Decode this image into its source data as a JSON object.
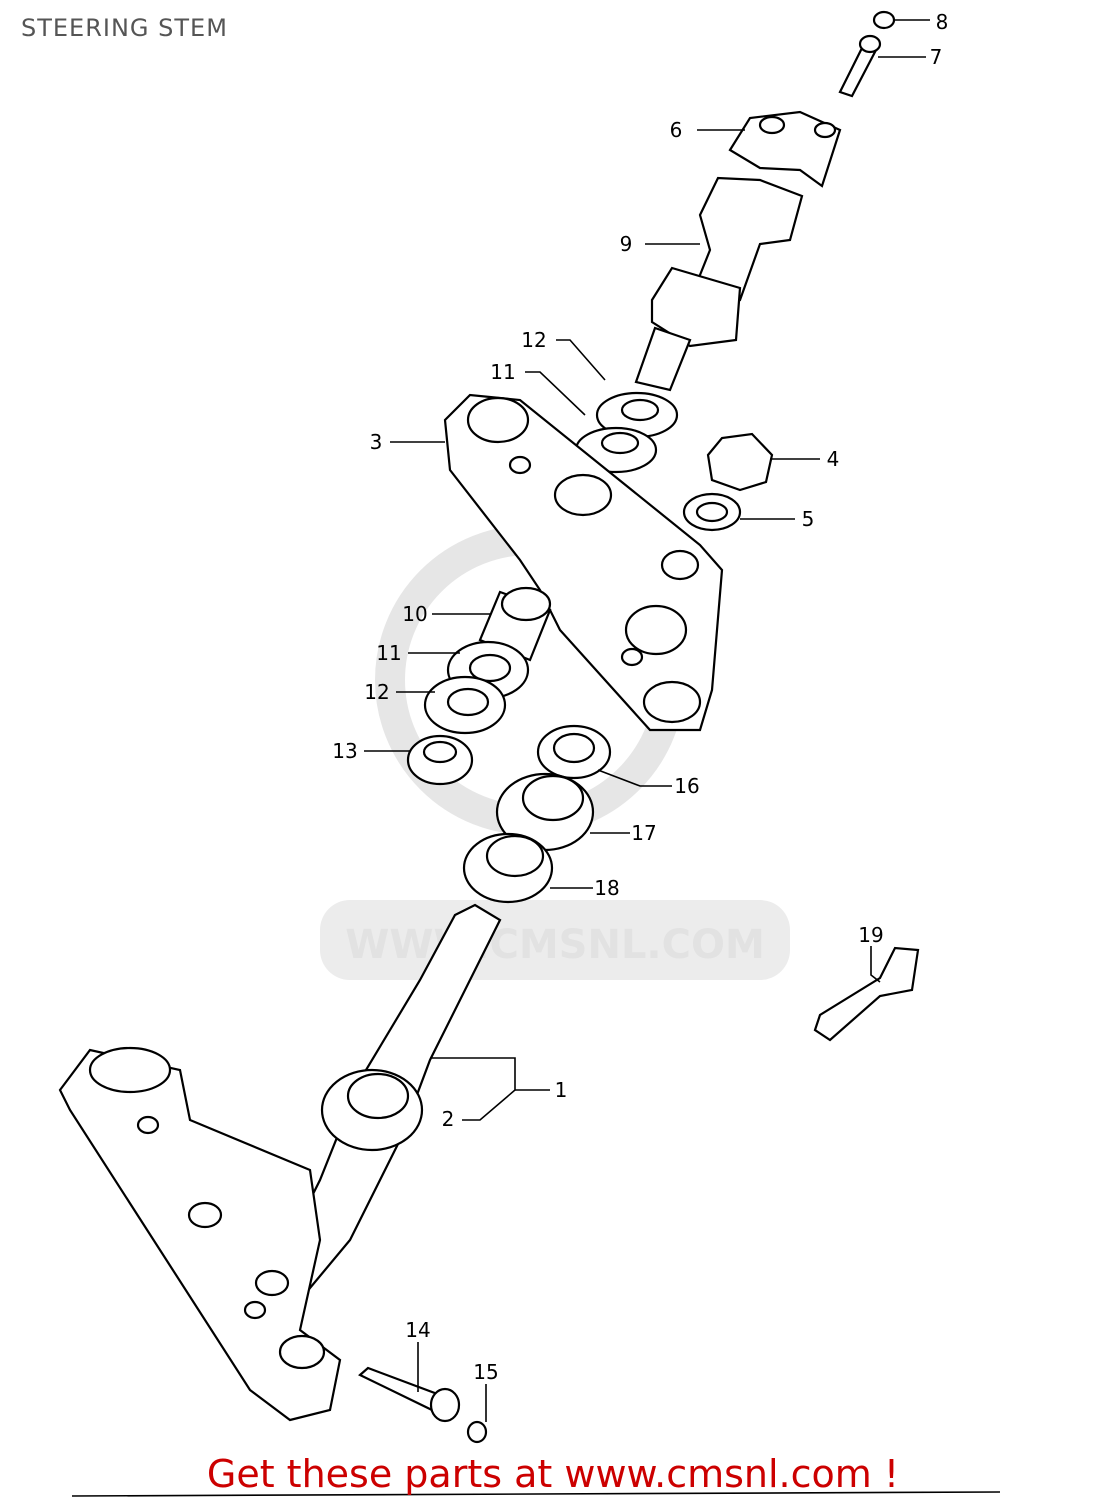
{
  "title": "STEERING STEM",
  "watermark": "WWW.CMSNL.COM",
  "footer": "Get these parts at www.cmsnl.com !",
  "colors": {
    "footer": "#cc0000",
    "title": "#555555",
    "watermark": "#e2e2e2"
  },
  "callouts": [
    "8",
    "7",
    "6",
    "9",
    "12",
    "11",
    "3",
    "4",
    "5",
    "10",
    "11",
    "12",
    "13",
    "16",
    "17",
    "18",
    "19",
    "1",
    "2",
    "14",
    "15"
  ]
}
